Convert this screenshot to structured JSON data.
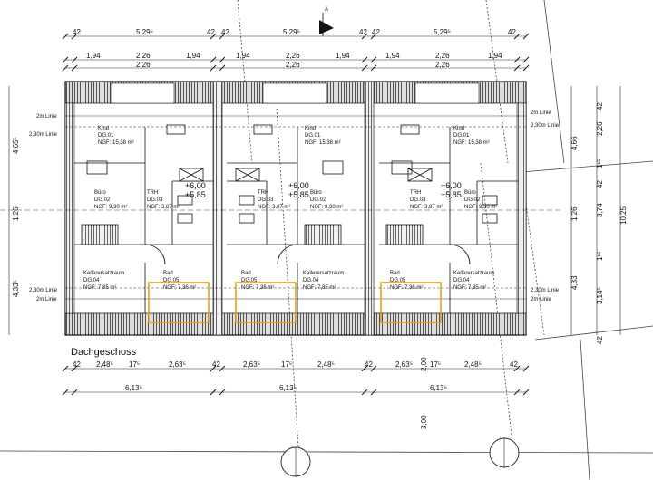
{
  "title": "Dachgeschoss",
  "section_marker": "A",
  "colors": {
    "line": "#111111",
    "hatch": "#6e6e6e",
    "bath_outline": "#e0a020",
    "paper": "#ffffff"
  },
  "dimensions": {
    "top_row1": [
      "42",
      "5,29⁵",
      "42",
      "42",
      "5,29⁵",
      "42",
      "42",
      "5,29⁵",
      "42"
    ],
    "top_row2": [
      "1,94",
      "2,26",
      "1,94",
      "1,94",
      "2,26",
      "1,94",
      "1,94",
      "2,26",
      "1,94"
    ],
    "top_row3": [
      "2,26",
      "2,26",
      "2,26"
    ],
    "left": [
      "4,65⁵",
      "1,26",
      "4,33⁵"
    ],
    "right_a": [
      "4,66",
      "1,26",
      "4,33"
    ],
    "right_b": [
      "2,26",
      "1¹⁵",
      "3,74",
      "1¹⁵",
      "3,14⁵",
      "42",
      "42",
      "42"
    ],
    "right_total": "10,25",
    "bottom_row1": [
      "42",
      "2,48⁵",
      "17⁵",
      "2,63⁵",
      "42",
      "2,63⁵",
      "17⁵",
      "2,48⁵",
      "42",
      "2,63⁵",
      "17⁵",
      "2,48⁵",
      "42"
    ],
    "bottom_row2": [
      "6,13⁵",
      "6,13⁵",
      "6,13⁵"
    ],
    "stair_vertical": [
      "2,00",
      "3,00"
    ]
  },
  "line_labels": {
    "left": [
      "2m Linie",
      "2,30m Linie",
      "2,30m Linie",
      "2m Linie"
    ],
    "right": [
      "2m Linie",
      "2,30m Linie",
      "2,30m Linie",
      "2m Linie"
    ]
  },
  "units": [
    {
      "rooms": [
        {
          "name": "Kind",
          "code": "DG.01",
          "area": "NGF: 15,38 m²"
        },
        {
          "name": "Büro",
          "code": "DG.02",
          "area": "NGF: 9,30 m²"
        },
        {
          "name": "TRH",
          "code": "DG.03",
          "area": "NGF: 3,87 m²"
        },
        {
          "name": "Kellerersatzraum",
          "code": "DG.04",
          "area": "NGF: 7,85 m²"
        },
        {
          "name": "Bad",
          "code": "DG.05",
          "area": "NGF: 7,36 m²"
        }
      ],
      "levels": [
        "+6,00",
        "+5,85"
      ]
    },
    {
      "rooms": [
        {
          "name": "Kind",
          "code": "DG.01",
          "area": "NGF: 15,38 m²"
        },
        {
          "name": "Büro",
          "code": "DG.02",
          "area": "NGF: 9,30 m²"
        },
        {
          "name": "TRH",
          "code": "DG.03",
          "area": "NGF: 3,87 m²"
        },
        {
          "name": "Kellerersatzraum",
          "code": "DG.04",
          "area": "NGF: 7,85 m²"
        },
        {
          "name": "Bad",
          "code": "DG.05",
          "area": "NGF: 7,36 m²"
        }
      ],
      "levels": [
        "+6,00",
        "+5,85"
      ]
    },
    {
      "rooms": [
        {
          "name": "Kind",
          "code": "DG.01",
          "area": "NGF: 15,38 m²"
        },
        {
          "name": "Büro",
          "code": "DG.02",
          "area": "NGF: 9,30 m²"
        },
        {
          "name": "TRH",
          "code": "DG.03",
          "area": "NGF: 3,87 m²"
        },
        {
          "name": "Kellerersatzraum",
          "code": "DG.04",
          "area": "NGF: 7,85 m²"
        },
        {
          "name": "Bad",
          "code": "DG.05",
          "area": "NGF: 7,36 m²"
        }
      ],
      "levels": [
        "+6,00",
        "+5,85"
      ]
    }
  ]
}
